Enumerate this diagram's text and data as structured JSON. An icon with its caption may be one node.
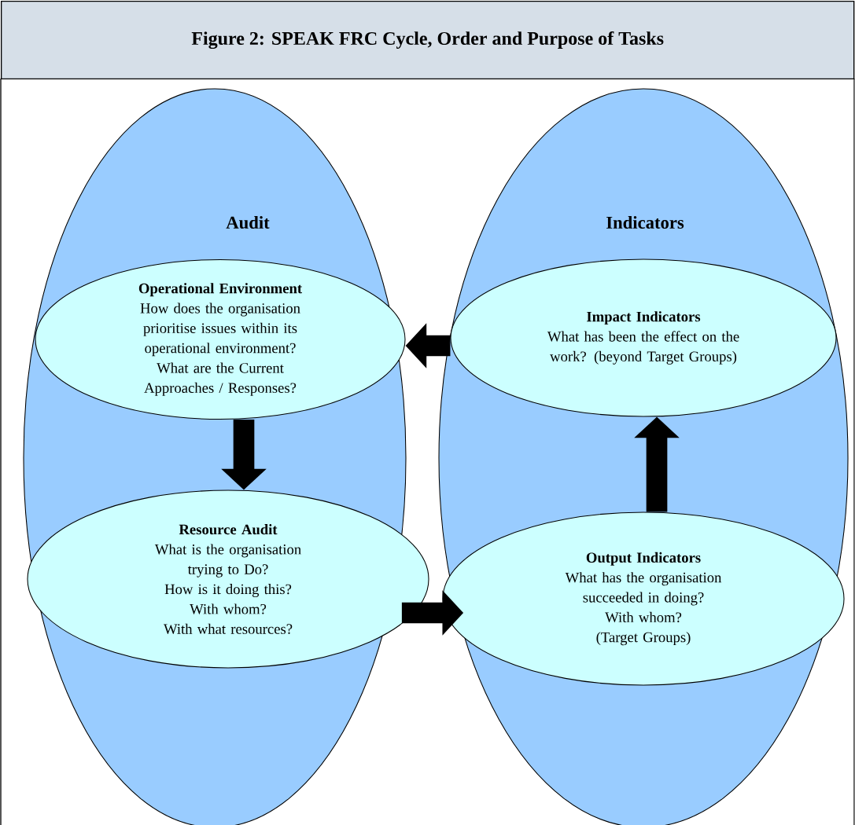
{
  "diagram": {
    "title": "Figure 2: SPEAK FRC Cycle, Order and Purpose of Tasks",
    "nodes": [
      {
        "text": [
          "Audit"
        ]
      },
      {
        "text": [
          "Operational Environment",
          "How does the organisation prioritise issues within its operational environment?",
          "What are the Current Approaches / Responses?"
        ],
        "in": 0
      },
      {
        "text": [
          "Resource Audit",
          "What is the organisation trying to Do?",
          "How is it doing this?",
          "With whom?",
          "With what resources?"
        ],
        "in": 0
      },
      {
        "text": [
          "Indicators"
        ]
      },
      {
        "text": [
          "Impact Indicators",
          "What has been the effect on the work? (beyond Target Groups)"
        ],
        "in": 3
      },
      {
        "text": [
          "Output Indicators",
          "What has the organisation succeeded in doing?",
          "With whom?",
          "(Target Groups)"
        ],
        "in": 3
      }
    ],
    "edges": [
      {
        "from": 4,
        "to": 1,
        "arrow": "to"
      },
      {
        "from": 1,
        "to": 2,
        "arrow": "to"
      },
      {
        "from": 2,
        "to": 5,
        "arrow": "to"
      },
      {
        "from": 5,
        "to": 4,
        "arrow": "to"
      }
    ]
  }
}
